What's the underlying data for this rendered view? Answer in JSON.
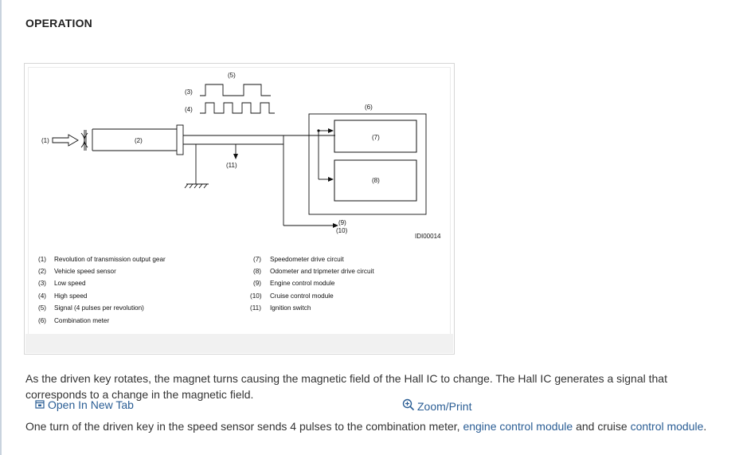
{
  "heading": "OPERATION",
  "figure": {
    "labels": {
      "l1": "(1)",
      "l2": "(2)",
      "l3": "(3)",
      "l4": "(4)",
      "l5": "(5)",
      "l6": "(6)",
      "l7": "(7)",
      "l8": "(8)",
      "l9": "(9)",
      "l10": "(10)",
      "l11": "(11)"
    },
    "figure_id": "IDI00014",
    "legend_left": [
      {
        "num": "(1)",
        "text": "Revolution of transmission output gear"
      },
      {
        "num": "(2)",
        "text": "Vehicle speed sensor"
      },
      {
        "num": "(3)",
        "text": "Low speed"
      },
      {
        "num": "(4)",
        "text": "High speed"
      },
      {
        "num": "(5)",
        "text": "Signal (4 pulses per revolution)"
      },
      {
        "num": "(6)",
        "text": "Combination meter"
      }
    ],
    "legend_right": [
      {
        "num": "(7)",
        "text": "Speedometer drive circuit"
      },
      {
        "num": "(8)",
        "text": "Odometer and tripmeter drive circuit"
      },
      {
        "num": "(9)",
        "text": "Engine control module"
      },
      {
        "num": "(10)",
        "text": "Cruise control module"
      },
      {
        "num": "(11)",
        "text": "Ignition switch"
      }
    ],
    "open_tab_label": "Open In New Tab",
    "zoom_print_label": "Zoom/Print"
  },
  "paragraph1": "As the driven key rotates, the magnet turns causing the magnetic field of the Hall IC to change. The Hall IC generates a signal that corresponds to a change in the magnetic field.",
  "paragraph2": {
    "before": "One turn of the driven key in the speed sensor sends 4 pulses to the combination meter, ",
    "link1": "engine control module",
    "middle": " and cruise ",
    "link2": "control module",
    "after": "."
  },
  "colors": {
    "link": "#2a5d94",
    "text": "#333333"
  }
}
